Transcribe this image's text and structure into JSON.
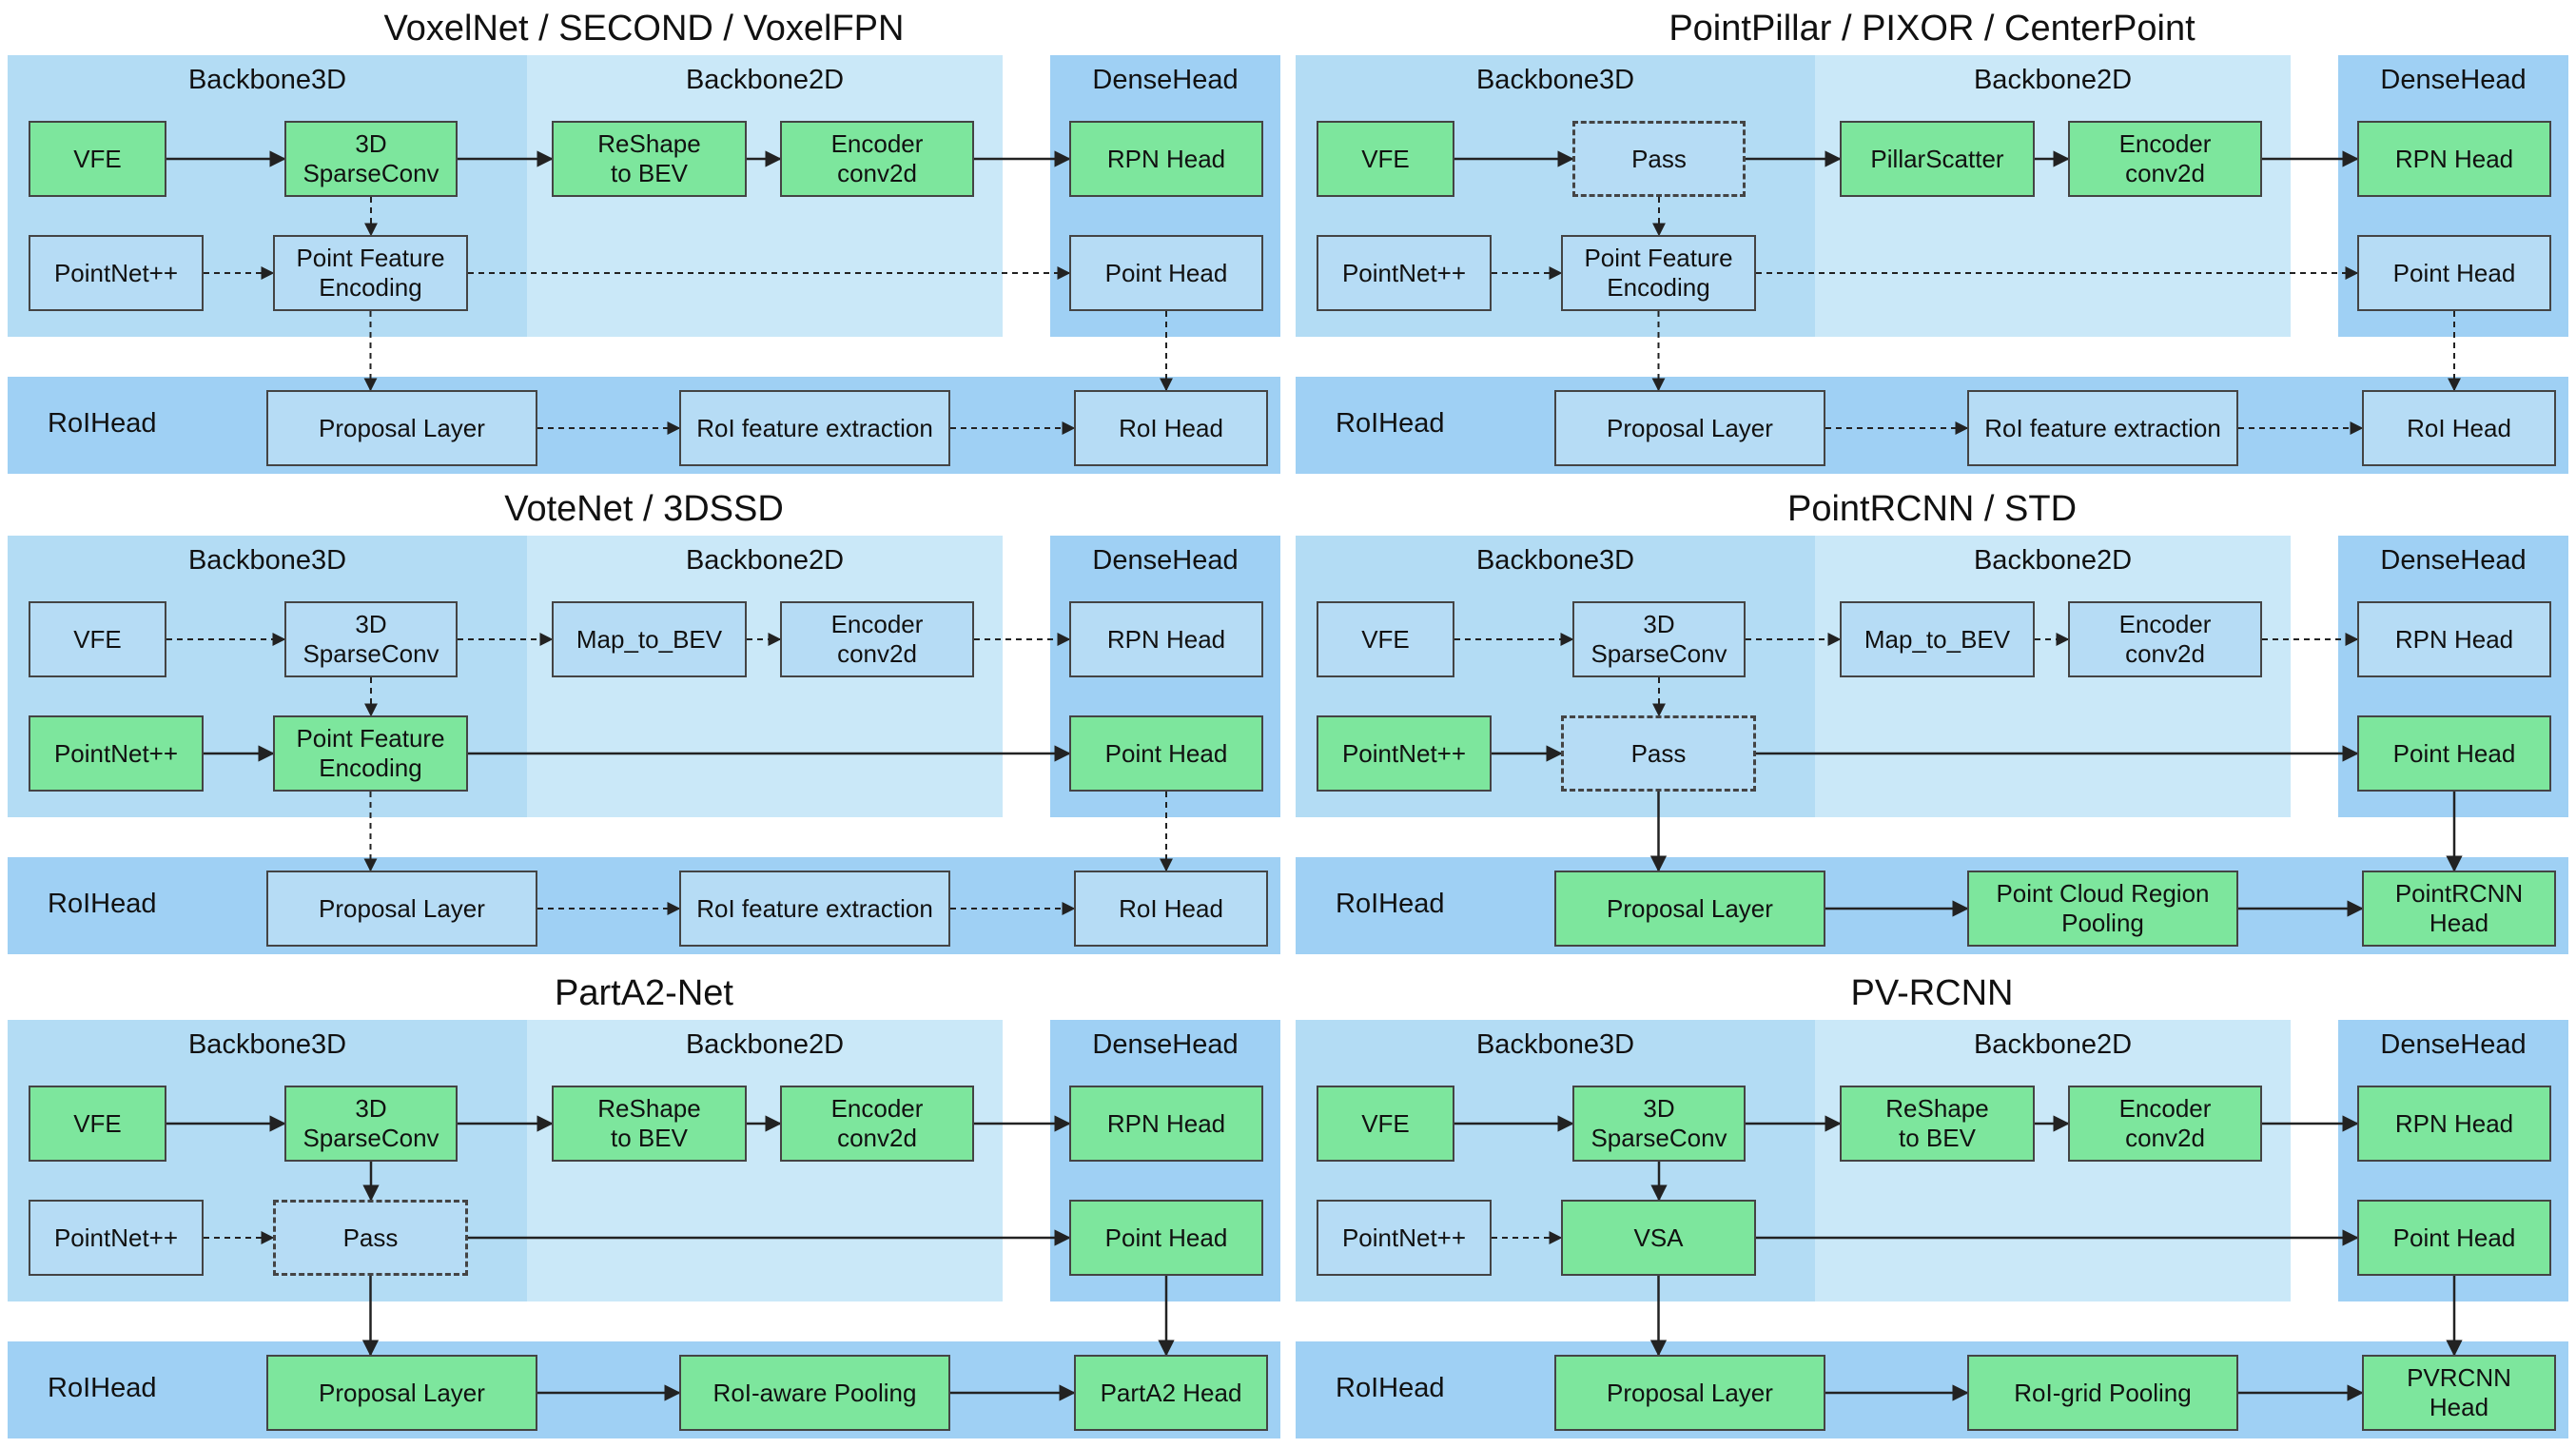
{
  "labels": {
    "backbone3d": "Backbone3D",
    "backbone2d": "Backbone2D",
    "densehead": "DenseHead",
    "roihead": "RoIHead"
  },
  "colors": {
    "region_backbone3d": "#b3dcf4",
    "region_backbone2d": "#cae8f8",
    "region_densehead": "#9fd0f4",
    "region_roihead": "#9fd0f4",
    "box_active": "#7de69d",
    "box_inactive": "#b6dcf5",
    "border": "#444444"
  },
  "panels": [
    {
      "id": "voxelnet",
      "title": "VoxelNet / SECOND / VoxelFPN",
      "nodes": {
        "vfe": {
          "label": "VFE",
          "style": "green"
        },
        "sparseconv": {
          "label": "3D\nSparseConv",
          "style": "green"
        },
        "reshape": {
          "label": "ReShape\nto BEV",
          "style": "green"
        },
        "encoder": {
          "label": "Encoder\nconv2d",
          "style": "green"
        },
        "rpn": {
          "label": "RPN Head",
          "style": "green"
        },
        "pointnet": {
          "label": "PointNet++",
          "style": "blue"
        },
        "pfe": {
          "label": "Point Feature\nEncoding",
          "style": "blue"
        },
        "pointhead": {
          "label": "Point Head",
          "style": "blue"
        },
        "proposal": {
          "label": "Proposal Layer",
          "style": "blue"
        },
        "roifeat": {
          "label": "RoI feature extraction",
          "style": "blue"
        },
        "roihead": {
          "label": "RoI Head",
          "style": "blue"
        }
      },
      "links": [
        {
          "from": "vfe",
          "to": "sparseconv",
          "solid": true
        },
        {
          "from": "sparseconv",
          "to": "reshape",
          "solid": true
        },
        {
          "from": "reshape",
          "to": "encoder",
          "solid": true
        },
        {
          "from": "encoder",
          "to": "rpn",
          "solid": true
        },
        {
          "from": "sparseconv",
          "to": "pfe",
          "solid": false
        },
        {
          "from": "pointnet",
          "to": "pfe",
          "solid": false
        },
        {
          "from": "pfe",
          "to": "pointhead",
          "solid": false
        },
        {
          "from": "pfe",
          "to": "proposal",
          "solid": false
        },
        {
          "from": "pointhead",
          "to": "roihead",
          "solid": false
        },
        {
          "from": "proposal",
          "to": "roifeat",
          "solid": false
        },
        {
          "from": "roifeat",
          "to": "roihead",
          "solid": false
        }
      ]
    },
    {
      "id": "pointpillar",
      "title": "PointPillar / PIXOR / CenterPoint",
      "nodes": {
        "vfe": {
          "label": "VFE",
          "style": "green"
        },
        "sparseconv": {
          "label": "Pass",
          "style": "dashed"
        },
        "reshape": {
          "label": "PillarScatter",
          "style": "green"
        },
        "encoder": {
          "label": "Encoder\nconv2d",
          "style": "green"
        },
        "rpn": {
          "label": "RPN Head",
          "style": "green"
        },
        "pointnet": {
          "label": "PointNet++",
          "style": "blue"
        },
        "pfe": {
          "label": "Point Feature\nEncoding",
          "style": "blue"
        },
        "pointhead": {
          "label": "Point Head",
          "style": "blue"
        },
        "proposal": {
          "label": "Proposal Layer",
          "style": "blue"
        },
        "roifeat": {
          "label": "RoI feature extraction",
          "style": "blue"
        },
        "roihead": {
          "label": "RoI Head",
          "style": "blue"
        }
      },
      "links": [
        {
          "from": "vfe",
          "to": "sparseconv",
          "solid": true
        },
        {
          "from": "sparseconv",
          "to": "reshape",
          "solid": true
        },
        {
          "from": "reshape",
          "to": "encoder",
          "solid": true
        },
        {
          "from": "encoder",
          "to": "rpn",
          "solid": true
        },
        {
          "from": "sparseconv",
          "to": "pfe",
          "solid": false
        },
        {
          "from": "pointnet",
          "to": "pfe",
          "solid": false
        },
        {
          "from": "pfe",
          "to": "pointhead",
          "solid": false
        },
        {
          "from": "pfe",
          "to": "proposal",
          "solid": false
        },
        {
          "from": "pointhead",
          "to": "roihead",
          "solid": false
        },
        {
          "from": "proposal",
          "to": "roifeat",
          "solid": false
        },
        {
          "from": "roifeat",
          "to": "roihead",
          "solid": false
        }
      ]
    },
    {
      "id": "votenet",
      "title": "VoteNet / 3DSSD",
      "nodes": {
        "vfe": {
          "label": "VFE",
          "style": "blue"
        },
        "sparseconv": {
          "label": "3D\nSparseConv",
          "style": "blue"
        },
        "reshape": {
          "label": "Map_to_BEV",
          "style": "blue"
        },
        "encoder": {
          "label": "Encoder\nconv2d",
          "style": "blue"
        },
        "rpn": {
          "label": "RPN Head",
          "style": "blue"
        },
        "pointnet": {
          "label": "PointNet++",
          "style": "green"
        },
        "pfe": {
          "label": "Point Feature\nEncoding",
          "style": "green"
        },
        "pointhead": {
          "label": "Point Head",
          "style": "green"
        },
        "proposal": {
          "label": "Proposal Layer",
          "style": "blue"
        },
        "roifeat": {
          "label": "RoI feature extraction",
          "style": "blue"
        },
        "roihead": {
          "label": "RoI Head",
          "style": "blue"
        }
      },
      "links": [
        {
          "from": "vfe",
          "to": "sparseconv",
          "solid": false
        },
        {
          "from": "sparseconv",
          "to": "reshape",
          "solid": false
        },
        {
          "from": "reshape",
          "to": "encoder",
          "solid": false
        },
        {
          "from": "encoder",
          "to": "rpn",
          "solid": false
        },
        {
          "from": "sparseconv",
          "to": "pfe",
          "solid": false
        },
        {
          "from": "pointnet",
          "to": "pfe",
          "solid": true
        },
        {
          "from": "pfe",
          "to": "pointhead",
          "solid": true
        },
        {
          "from": "pfe",
          "to": "proposal",
          "solid": false
        },
        {
          "from": "pointhead",
          "to": "roihead",
          "solid": false
        },
        {
          "from": "proposal",
          "to": "roifeat",
          "solid": false
        },
        {
          "from": "roifeat",
          "to": "roihead",
          "solid": false
        }
      ]
    },
    {
      "id": "pointrcnn",
      "title": "PointRCNN / STD",
      "nodes": {
        "vfe": {
          "label": "VFE",
          "style": "blue"
        },
        "sparseconv": {
          "label": "3D\nSparseConv",
          "style": "blue"
        },
        "reshape": {
          "label": "Map_to_BEV",
          "style": "blue"
        },
        "encoder": {
          "label": "Encoder\nconv2d",
          "style": "blue"
        },
        "rpn": {
          "label": "RPN Head",
          "style": "blue"
        },
        "pointnet": {
          "label": "PointNet++",
          "style": "green"
        },
        "pfe": {
          "label": "Pass",
          "style": "dashed"
        },
        "pointhead": {
          "label": "Point Head",
          "style": "green"
        },
        "proposal": {
          "label": "Proposal Layer",
          "style": "green"
        },
        "roifeat": {
          "label": "Point Cloud Region\nPooling",
          "style": "green"
        },
        "roihead": {
          "label": "PointRCNN\nHead",
          "style": "green"
        }
      },
      "links": [
        {
          "from": "vfe",
          "to": "sparseconv",
          "solid": false
        },
        {
          "from": "sparseconv",
          "to": "reshape",
          "solid": false
        },
        {
          "from": "reshape",
          "to": "encoder",
          "solid": false
        },
        {
          "from": "encoder",
          "to": "rpn",
          "solid": false
        },
        {
          "from": "sparseconv",
          "to": "pfe",
          "solid": false
        },
        {
          "from": "pointnet",
          "to": "pfe",
          "solid": true
        },
        {
          "from": "pfe",
          "to": "pointhead",
          "solid": true
        },
        {
          "from": "pfe",
          "to": "proposal",
          "solid": true
        },
        {
          "from": "pointhead",
          "to": "roihead",
          "solid": true
        },
        {
          "from": "proposal",
          "to": "roifeat",
          "solid": true
        },
        {
          "from": "roifeat",
          "to": "roihead",
          "solid": true
        }
      ]
    },
    {
      "id": "parta2",
      "title": "PartA2-Net",
      "nodes": {
        "vfe": {
          "label": "VFE",
          "style": "green"
        },
        "sparseconv": {
          "label": "3D\nSparseConv",
          "style": "green"
        },
        "reshape": {
          "label": "ReShape\nto BEV",
          "style": "green"
        },
        "encoder": {
          "label": "Encoder\nconv2d",
          "style": "green"
        },
        "rpn": {
          "label": "RPN Head",
          "style": "green"
        },
        "pointnet": {
          "label": "PointNet++",
          "style": "blue"
        },
        "pfe": {
          "label": "Pass",
          "style": "dashed"
        },
        "pointhead": {
          "label": "Point Head",
          "style": "green"
        },
        "proposal": {
          "label": "Proposal Layer",
          "style": "green"
        },
        "roifeat": {
          "label": "RoI-aware Pooling",
          "style": "green"
        },
        "roihead": {
          "label": "PartA2 Head",
          "style": "green"
        }
      },
      "links": [
        {
          "from": "vfe",
          "to": "sparseconv",
          "solid": true
        },
        {
          "from": "sparseconv",
          "to": "reshape",
          "solid": true
        },
        {
          "from": "reshape",
          "to": "encoder",
          "solid": true
        },
        {
          "from": "encoder",
          "to": "rpn",
          "solid": true
        },
        {
          "from": "sparseconv",
          "to": "pfe",
          "solid": true
        },
        {
          "from": "pointnet",
          "to": "pfe",
          "solid": false
        },
        {
          "from": "pfe",
          "to": "pointhead",
          "solid": true
        },
        {
          "from": "pfe",
          "to": "proposal",
          "solid": true
        },
        {
          "from": "pointhead",
          "to": "roihead",
          "solid": true
        },
        {
          "from": "proposal",
          "to": "roifeat",
          "solid": true
        },
        {
          "from": "roifeat",
          "to": "roihead",
          "solid": true
        }
      ]
    },
    {
      "id": "pvrcnn",
      "title": "PV-RCNN",
      "nodes": {
        "vfe": {
          "label": "VFE",
          "style": "green"
        },
        "sparseconv": {
          "label": "3D\nSparseConv",
          "style": "green"
        },
        "reshape": {
          "label": "ReShape\nto BEV",
          "style": "green"
        },
        "encoder": {
          "label": "Encoder\nconv2d",
          "style": "green"
        },
        "rpn": {
          "label": "RPN Head",
          "style": "green"
        },
        "pointnet": {
          "label": "PointNet++",
          "style": "blue"
        },
        "pfe": {
          "label": "VSA",
          "style": "green"
        },
        "pointhead": {
          "label": "Point Head",
          "style": "green"
        },
        "proposal": {
          "label": "Proposal Layer",
          "style": "green"
        },
        "roifeat": {
          "label": "RoI-grid Pooling",
          "style": "green"
        },
        "roihead": {
          "label": "PVRCNN\nHead",
          "style": "green"
        }
      },
      "links": [
        {
          "from": "vfe",
          "to": "sparseconv",
          "solid": true
        },
        {
          "from": "sparseconv",
          "to": "reshape",
          "solid": true
        },
        {
          "from": "reshape",
          "to": "encoder",
          "solid": true
        },
        {
          "from": "encoder",
          "to": "rpn",
          "solid": true
        },
        {
          "from": "sparseconv",
          "to": "pfe",
          "solid": true
        },
        {
          "from": "pointnet",
          "to": "pfe",
          "solid": false
        },
        {
          "from": "pfe",
          "to": "pointhead",
          "solid": true
        },
        {
          "from": "pfe",
          "to": "proposal",
          "solid": true
        },
        {
          "from": "pointhead",
          "to": "roihead",
          "solid": true
        },
        {
          "from": "proposal",
          "to": "roifeat",
          "solid": true
        },
        {
          "from": "roifeat",
          "to": "roihead",
          "solid": true
        }
      ]
    }
  ]
}
